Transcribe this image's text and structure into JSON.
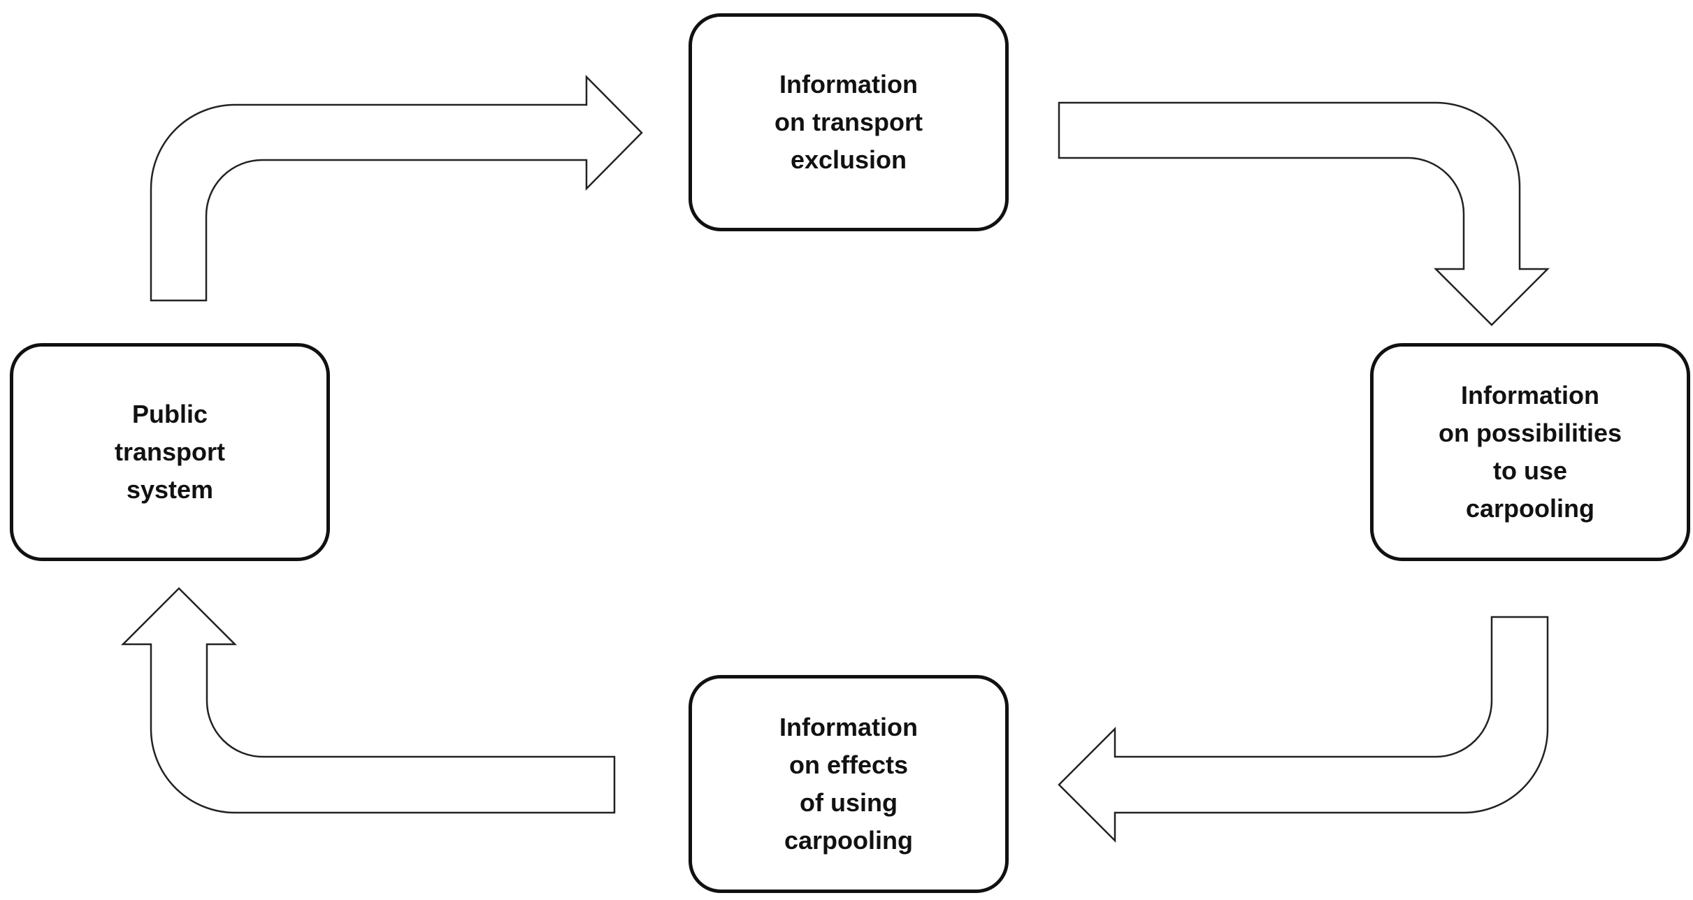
{
  "nodes": {
    "top": [
      "Information",
      "on transport",
      "exclusion"
    ],
    "right": [
      "Information",
      "on possibilities",
      "to use",
      "carpooling"
    ],
    "bottom": [
      "Information",
      "on effects",
      "of using",
      "carpooling"
    ],
    "left": [
      "Public",
      "transport",
      "system"
    ]
  },
  "colors": {
    "stroke": "#111111",
    "fill": "#ffffff"
  }
}
